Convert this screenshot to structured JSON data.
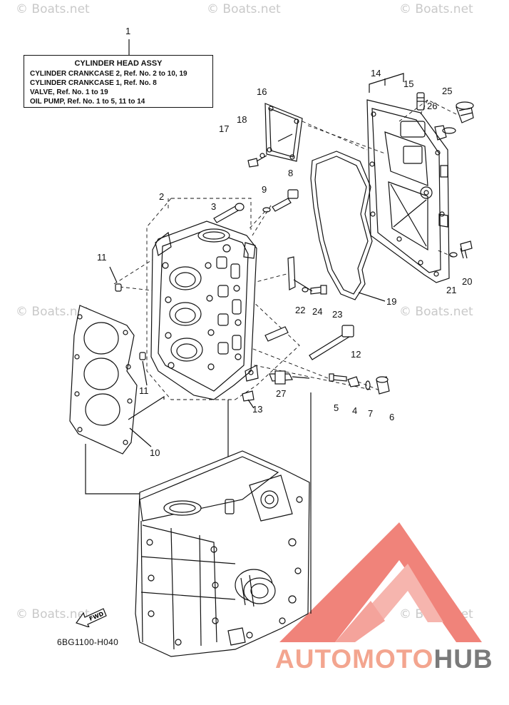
{
  "watermark": "© Boats.net",
  "title_box": {
    "title": "CYLINDER HEAD ASSY",
    "rows": [
      "CYLINDER CRANKCASE 2,  Ref. No. 2 to 10, 19",
      "CYLINDER CRANKCASE 1,  Ref. No. 8",
      "VALVE,  Ref. No. 1 to 19",
      "OIL PUMP,  Ref. No. 1 to 5, 11 to 14"
    ]
  },
  "callouts": [
    "1",
    "2",
    "3",
    "4",
    "5",
    "6",
    "7",
    "8",
    "9",
    "10",
    "11",
    "11",
    "12",
    "13",
    "14",
    "15",
    "16",
    "17",
    "18",
    "19",
    "20",
    "21",
    "22",
    "23",
    "24",
    "25",
    "26",
    "27"
  ],
  "catalog_code": "6BG1100-H040",
  "fwd_label": "FWD",
  "brand": {
    "part1": "AUTOMOTO",
    "part2": "HUB"
  },
  "colors": {
    "line": "#111111",
    "logo_red": "#f0837a",
    "logo_light": "#f6b5ae",
    "watermark": "#c9c9c9"
  }
}
